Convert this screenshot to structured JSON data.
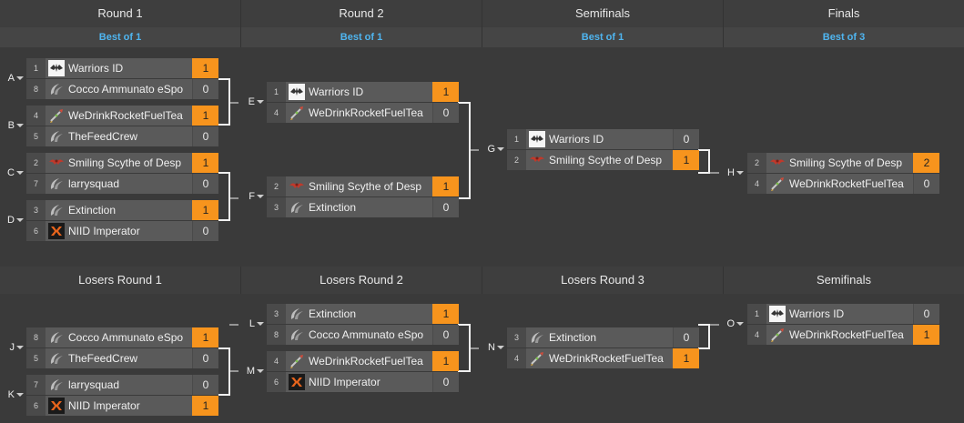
{
  "upper_headers": [
    {
      "title": "Round 1",
      "bo": "Best of 1"
    },
    {
      "title": "Round 2",
      "bo": "Best of 1"
    },
    {
      "title": "Semifinals",
      "bo": "Best of 1"
    },
    {
      "title": "Finals",
      "bo": "Best of 3"
    }
  ],
  "lower_headers": [
    {
      "title": "Losers Round 1"
    },
    {
      "title": "Losers Round 2"
    },
    {
      "title": "Losers Round 3"
    },
    {
      "title": "Semifinals"
    }
  ],
  "matches": {
    "A": {
      "label": "A",
      "p1": {
        "seed": "1",
        "name": "Warriors ID",
        "score": "1",
        "win": true,
        "logo": "warriors"
      },
      "p2": {
        "seed": "8",
        "name": "Cocco Ammunato eSpo",
        "score": "0",
        "win": false,
        "logo": "swoosh"
      }
    },
    "B": {
      "label": "B",
      "p1": {
        "seed": "4",
        "name": "WeDrinkRocketFuelTea",
        "score": "1",
        "win": true,
        "logo": "rocket"
      },
      "p2": {
        "seed": "5",
        "name": "TheFeedCrew",
        "score": "0",
        "win": false,
        "logo": "swoosh"
      }
    },
    "C": {
      "label": "C",
      "p1": {
        "seed": "2",
        "name": "Smiling Scythe of Desp",
        "score": "1",
        "win": true,
        "logo": "scythe"
      },
      "p2": {
        "seed": "7",
        "name": "larrysquad",
        "score": "0",
        "win": false,
        "logo": "swoosh"
      }
    },
    "D": {
      "label": "D",
      "p1": {
        "seed": "3",
        "name": "Extinction",
        "score": "1",
        "win": true,
        "logo": "swoosh"
      },
      "p2": {
        "seed": "6",
        "name": "NIID Imperator",
        "score": "0",
        "win": false,
        "logo": "niid"
      }
    },
    "E": {
      "label": "E",
      "p1": {
        "seed": "1",
        "name": "Warriors ID",
        "score": "1",
        "win": true,
        "logo": "warriors"
      },
      "p2": {
        "seed": "4",
        "name": "WeDrinkRocketFuelTea",
        "score": "0",
        "win": false,
        "logo": "rocket"
      }
    },
    "F": {
      "label": "F",
      "p1": {
        "seed": "2",
        "name": "Smiling Scythe of Desp",
        "score": "1",
        "win": true,
        "logo": "scythe"
      },
      "p2": {
        "seed": "3",
        "name": "Extinction",
        "score": "0",
        "win": false,
        "logo": "swoosh"
      }
    },
    "G": {
      "label": "G",
      "p1": {
        "seed": "1",
        "name": "Warriors ID",
        "score": "0",
        "win": false,
        "logo": "warriors"
      },
      "p2": {
        "seed": "2",
        "name": "Smiling Scythe of Desp",
        "score": "1",
        "win": true,
        "logo": "scythe"
      }
    },
    "H": {
      "label": "H",
      "p1": {
        "seed": "2",
        "name": "Smiling Scythe of Desp",
        "score": "2",
        "win": true,
        "logo": "scythe"
      },
      "p2": {
        "seed": "4",
        "name": "WeDrinkRocketFuelTea",
        "score": "0",
        "win": false,
        "logo": "rocket"
      }
    },
    "J": {
      "label": "J",
      "p1": {
        "seed": "8",
        "name": "Cocco Ammunato eSpo",
        "score": "1",
        "win": true,
        "logo": "swoosh"
      },
      "p2": {
        "seed": "5",
        "name": "TheFeedCrew",
        "score": "0",
        "win": false,
        "logo": "swoosh"
      }
    },
    "K": {
      "label": "K",
      "p1": {
        "seed": "7",
        "name": "larrysquad",
        "score": "0",
        "win": false,
        "logo": "swoosh"
      },
      "p2": {
        "seed": "6",
        "name": "NIID Imperator",
        "score": "1",
        "win": true,
        "logo": "niid"
      }
    },
    "L": {
      "label": "L",
      "p1": {
        "seed": "3",
        "name": "Extinction",
        "score": "1",
        "win": true,
        "logo": "swoosh"
      },
      "p2": {
        "seed": "8",
        "name": "Cocco Ammunato eSpo",
        "score": "0",
        "win": false,
        "logo": "swoosh"
      }
    },
    "M": {
      "label": "M",
      "p1": {
        "seed": "4",
        "name": "WeDrinkRocketFuelTea",
        "score": "1",
        "win": true,
        "logo": "rocket"
      },
      "p2": {
        "seed": "6",
        "name": "NIID Imperator",
        "score": "0",
        "win": false,
        "logo": "niid"
      }
    },
    "N": {
      "label": "N",
      "p1": {
        "seed": "3",
        "name": "Extinction",
        "score": "0",
        "win": false,
        "logo": "swoosh"
      },
      "p2": {
        "seed": "4",
        "name": "WeDrinkRocketFuelTea",
        "score": "1",
        "win": true,
        "logo": "rocket"
      }
    },
    "O": {
      "label": "O",
      "p1": {
        "seed": "1",
        "name": "Warriors ID",
        "score": "0",
        "win": false,
        "logo": "warriors"
      },
      "p2": {
        "seed": "4",
        "name": "WeDrinkRocketFuelTea",
        "score": "1",
        "win": true,
        "logo": "rocket"
      }
    }
  },
  "colors": {
    "win": "#f7941d",
    "bo_text": "#4fb5f0"
  }
}
